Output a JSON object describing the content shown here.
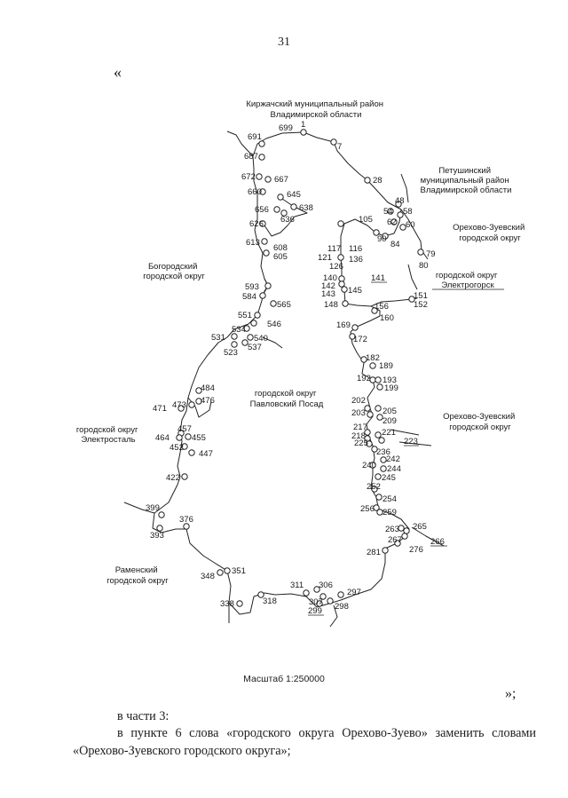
{
  "page": {
    "number": "31",
    "open_quote": "«",
    "close_quote": "»;"
  },
  "map": {
    "scale": "Масштаб 1:250000",
    "areas": {
      "kirzhach": [
        "Киржачский муниципальный район",
        "Владимирской области"
      ],
      "petushinsky": [
        "Петушинский",
        "муниципальный район",
        "Владимирской области"
      ],
      "orekhovo_north": [
        "Орехово-Зуевский",
        "городской округ"
      ],
      "elektrogorsk": [
        "городской округ",
        "Электрогорск"
      ],
      "bogorodsky": [
        "Богородский",
        "городской округ"
      ],
      "pavlovsky_posad": [
        "городской округ",
        "Павловский Посад"
      ],
      "orekhovo_east": [
        "Орехово-Зуевский",
        "городской округ"
      ],
      "elektrostal": [
        "городской округ",
        "Электросталь"
      ],
      "ramensky": [
        "Раменский",
        "городской округ"
      ]
    },
    "points": [
      "699",
      "1",
      "691",
      "7",
      "687",
      "672",
      "667",
      "28",
      "660",
      "645",
      "638",
      "656",
      "636",
      "48",
      "54",
      "58",
      "62",
      "60",
      "626",
      "105",
      "90",
      "84",
      "613",
      "608",
      "605",
      "117",
      "116",
      "121",
      "136",
      "126",
      "79",
      "80",
      "593",
      "140",
      "141",
      "142",
      "145",
      "143",
      "584",
      "151",
      "152",
      "148",
      "565",
      "156",
      "160",
      "551",
      "546",
      "534",
      "540",
      "169",
      "172",
      "531",
      "537",
      "523",
      "182",
      "189",
      "192",
      "193",
      "199",
      "484",
      "476",
      "471",
      "473",
      "202",
      "205",
      "203",
      "209",
      "457",
      "217",
      "221",
      "218",
      "223",
      "225",
      "464",
      "455",
      "236",
      "452",
      "447",
      "242",
      "240",
      "244",
      "245",
      "422",
      "252",
      "254",
      "256",
      "259",
      "399",
      "376",
      "263",
      "265",
      "393",
      "267",
      "266",
      "276",
      "281",
      "348",
      "351",
      "311",
      "306",
      "297",
      "307",
      "298",
      "338",
      "318",
      "299"
    ]
  },
  "text": {
    "line1": "в части 3:",
    "line2": "в пункте 6 слова «городского округа Орехово-Зуево» заменить словами",
    "line3": "«Орехово-Зуевского городского округа»;"
  }
}
